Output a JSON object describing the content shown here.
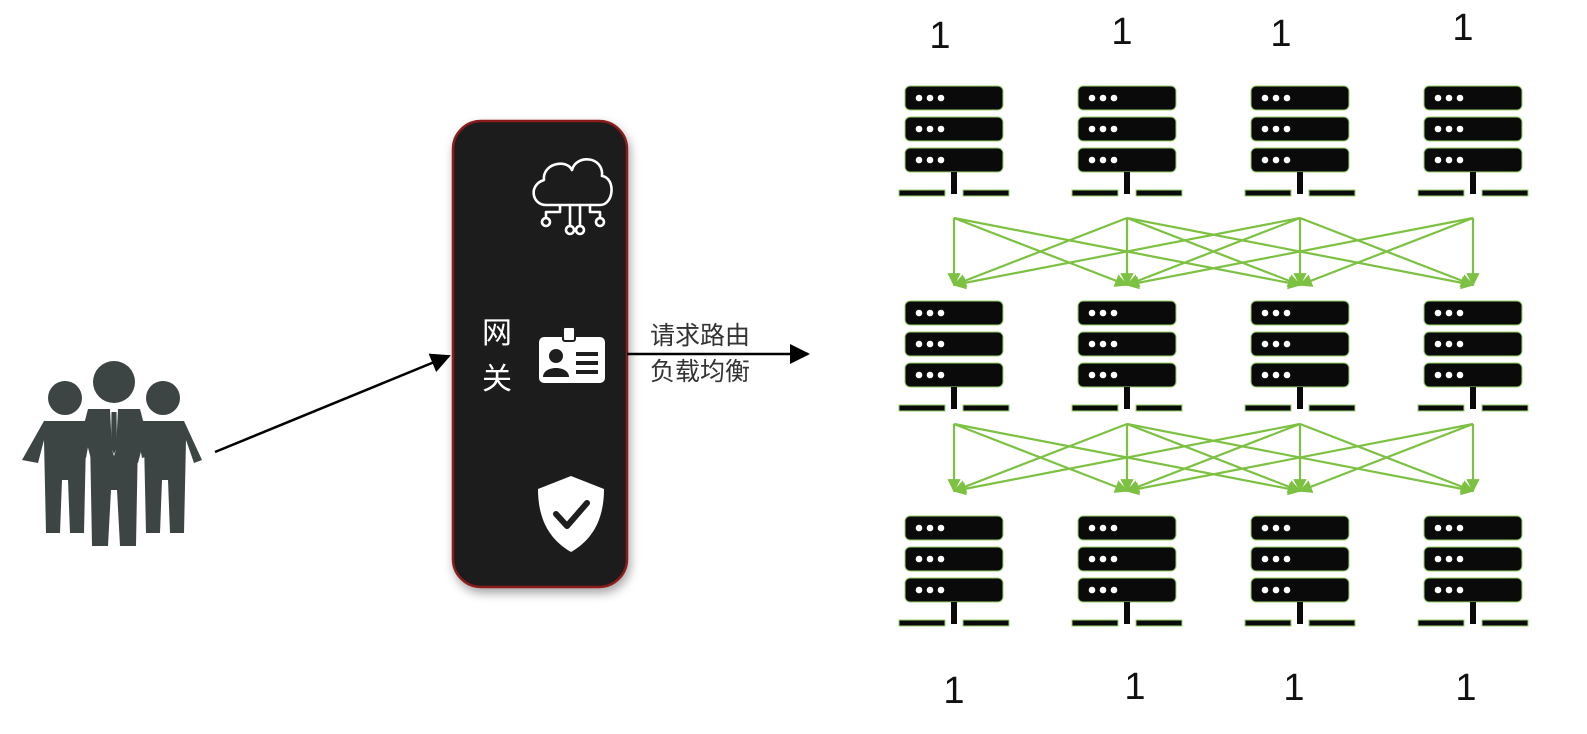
{
  "gateway": {
    "title_line1": "网",
    "title_line2": "关",
    "icons": [
      "cloud-network-icon",
      "id-card-icon",
      "shield-check-icon"
    ]
  },
  "arrow_label": {
    "line1": "请求路由",
    "line2": "负载均衡"
  },
  "users_icon": "users-group-icon",
  "server_icon": "server-rack-icon",
  "top_labels": [
    "1",
    "1",
    "1",
    "1"
  ],
  "bottom_labels": [
    "1",
    "1",
    "1",
    "1"
  ],
  "server_grid": {
    "rows": 3,
    "cols": 4
  },
  "colors": {
    "gateway_bg": "#1e1e1e",
    "gateway_border": "#8b1a1a",
    "connection_green": "#7cc142",
    "people": "#3d4444",
    "server_fill": "#0a0a0a",
    "server_outline": "#9ad36a"
  }
}
